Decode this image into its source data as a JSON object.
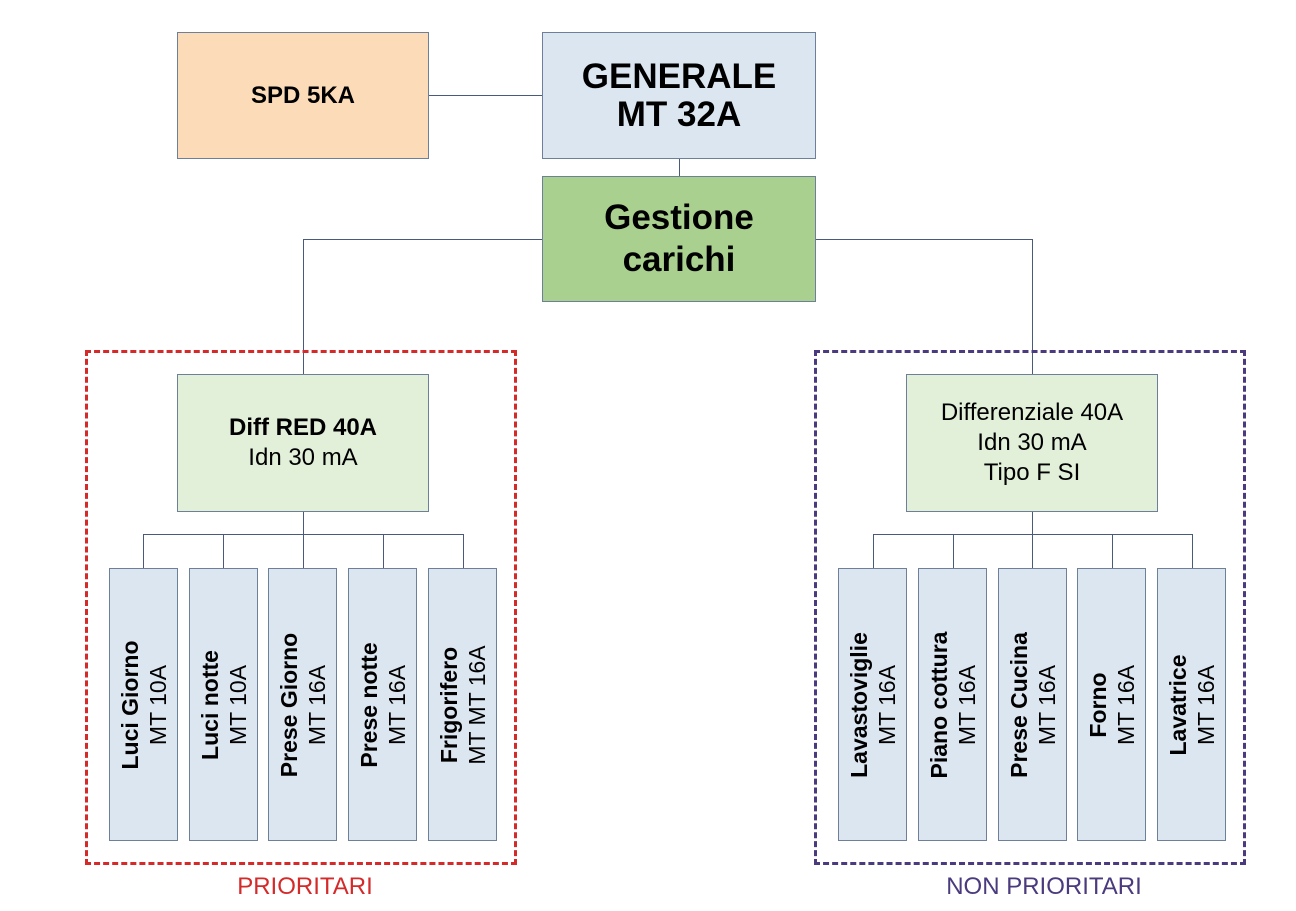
{
  "colors": {
    "blue_box": "#dce6f1",
    "orange_box": "#fcdcb8",
    "green_box": "#a9d08e",
    "light_green_box": "#e2efd9",
    "prioritari": "#d42a2a",
    "non_prioritari": "#4b3b7e"
  },
  "spd": {
    "label": "SPD 5KA"
  },
  "generale": {
    "line1": "GENERALE",
    "line2": "MT 32A"
  },
  "gestione": {
    "line1": "Gestione",
    "line2": "carichi"
  },
  "prioritari": {
    "label": "PRIORITARI",
    "diff": {
      "line1": "Diff RED 40A",
      "line2": "Idn 30 mA"
    },
    "circuits": [
      {
        "name": "Luci Giorno",
        "rating": "MT 10A"
      },
      {
        "name": "Luci notte",
        "rating": "MT 10A"
      },
      {
        "name": "Prese Giorno",
        "rating": "MT 16A"
      },
      {
        "name": "Prese notte",
        "rating": "MT 16A"
      },
      {
        "name": "Frigorifero",
        "rating": "MT MT 16A"
      }
    ]
  },
  "non_prioritari": {
    "label": "NON PRIORITARI",
    "diff": {
      "line1": "Differenziale 40A",
      "line2": "Idn 30 mA",
      "line3": "Tipo F SI"
    },
    "circuits": [
      {
        "name": "Lavastoviglie",
        "rating": "MT 16A"
      },
      {
        "name": "Piano cottura",
        "rating": "MT 16A"
      },
      {
        "name": "Prese Cucina",
        "rating": "MT 16A"
      },
      {
        "name": "Forno",
        "rating": "MT 16A"
      },
      {
        "name": "Lavatrice",
        "rating": "MT 16A"
      }
    ]
  }
}
